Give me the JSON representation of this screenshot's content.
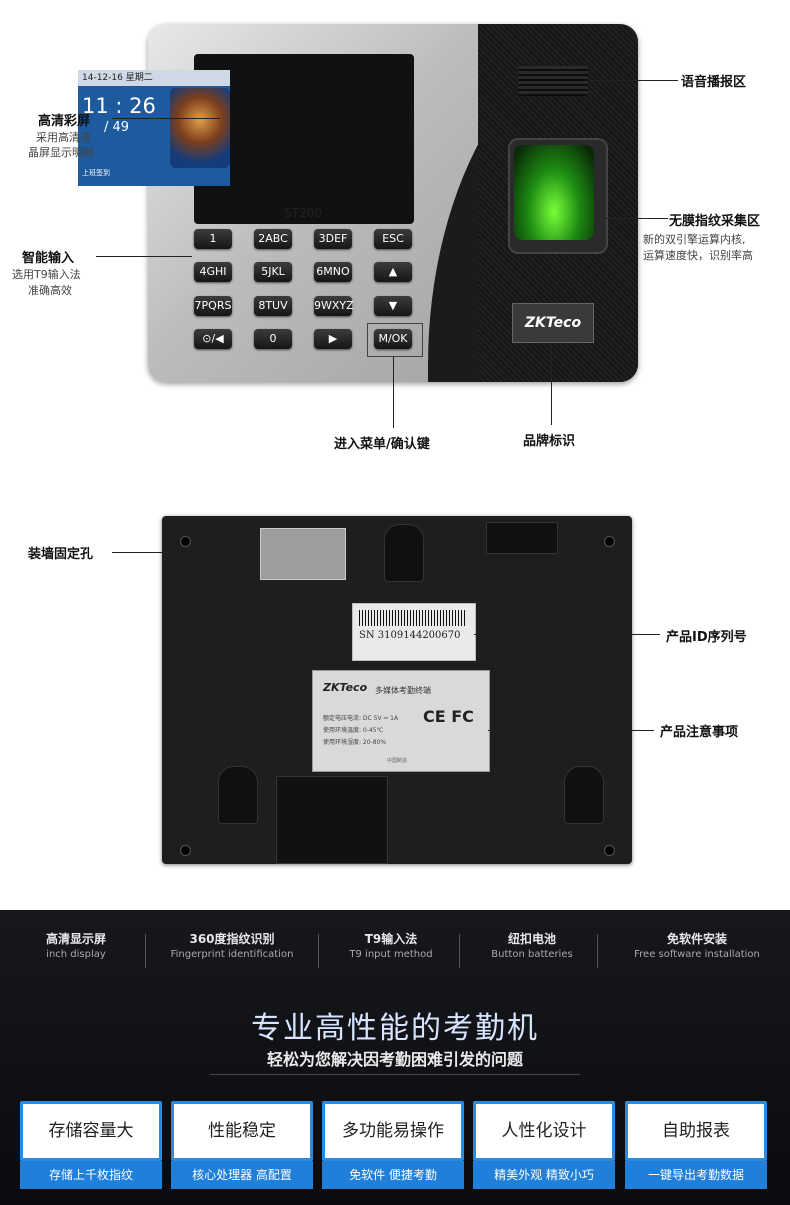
{
  "front": {
    "screen": {
      "date_bar": "14-12-16   星期二",
      "time": "11 : 26",
      "fraction": "/ 49",
      "status": "上班签到"
    },
    "model": "ST200",
    "keys": [
      "1",
      "2ABC",
      "3DEF",
      "ESC",
      "4GHI",
      "5JKL",
      "6MNO",
      "▲",
      "7PQRS",
      "8TUV",
      "9WXYZ",
      "▼",
      "⊙/◀",
      "0",
      "▶",
      "M/OK"
    ],
    "brand": "ZKTeco",
    "labels": {
      "screen_title": "高清彩屏",
      "screen_desc_1": "采用高清液",
      "screen_desc_2": "晶屏显示明朗",
      "input_title": "智能输入",
      "input_desc_1": "选用T9输入法",
      "input_desc_2": "准确高效",
      "voice": "语音播报区",
      "fingerprint_title": "无膜指纹采集区",
      "fingerprint_desc_1": "新的双引擎运算内核,",
      "fingerprint_desc_2": "运算速度快，识别率高",
      "menu_key": "进入菜单/确认键",
      "brand_mark": "品牌标识"
    }
  },
  "back": {
    "sn_text": "SN  3109144200670",
    "plate": {
      "brand": "ZKTeco",
      "title": "多媒体考勤终端",
      "line1": "额定电压电流: DC 5V ⎓ 1A",
      "line2": "使用环境温度: 0-45℃",
      "line3": "使用环境湿度: 20-80%",
      "marks": "CE FC",
      "country": "中国制造"
    },
    "labels": {
      "mount": "装墙固定孔",
      "serial": "产品ID序列号",
      "notice": "产品注意事项"
    }
  },
  "features": [
    {
      "cn": "高清显示屏",
      "en": "inch display"
    },
    {
      "cn": "360度指纹识别",
      "en": "Fingerprint identification"
    },
    {
      "cn": "T9输入法",
      "en": "T9 input method"
    },
    {
      "cn": "纽扣电池",
      "en": "Button batteries"
    },
    {
      "cn": "免软件安装",
      "en": "Free software installation"
    }
  ],
  "headline": "专业高性能的考勤机",
  "subhead": "轻松为您解决因考勤困难引发的问题",
  "cards": [
    {
      "title": "存储容量大",
      "sub": "存储上千枚指纹"
    },
    {
      "title": "性能稳定",
      "sub": "核心处理器 高配置"
    },
    {
      "title": "多功能易操作",
      "sub": "免软件 便捷考勤"
    },
    {
      "title": "人性化设计",
      "sub": "精美外观 精致小巧"
    },
    {
      "title": "自助报表",
      "sub": "一键导出考勤数据"
    }
  ]
}
